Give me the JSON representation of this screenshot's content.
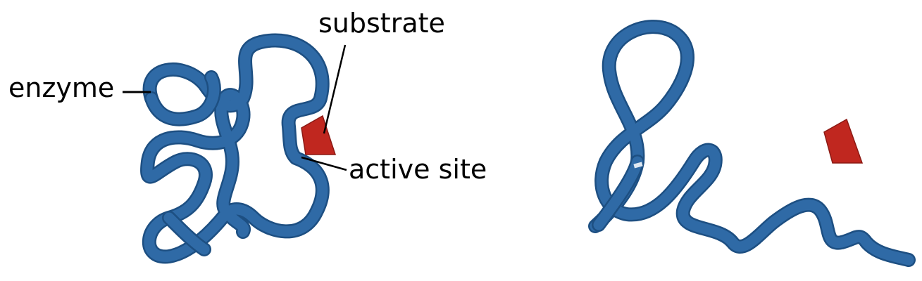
{
  "labels": {
    "substrate": "substrate",
    "enzyme": "enzyme",
    "active_site": "active site"
  },
  "colors": {
    "chain": "#2f6aa6",
    "chain_edge": "#1d4f82",
    "substrate": "#c0271f",
    "substrate_edge": "#8c1a14",
    "text": "#000000",
    "background": "#ffffff"
  }
}
